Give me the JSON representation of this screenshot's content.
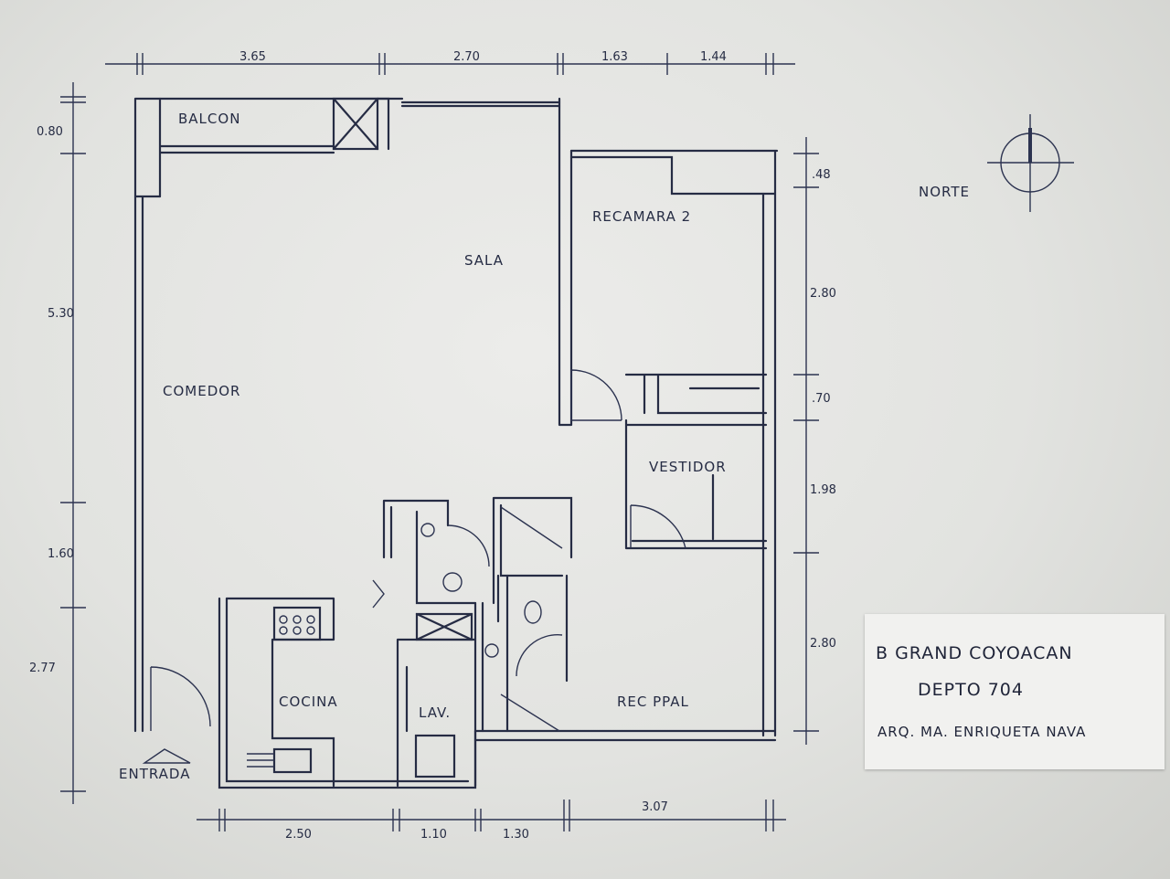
{
  "rooms": {
    "balcon": "BALCON",
    "sala": "SALA",
    "recamara2": "RECAMARA 2",
    "comedor": "COMEDOR",
    "vestidor": "VESTIDOR",
    "cocina": "COCINA",
    "lav": "LAV.",
    "rec_ppal": "REC PPAL",
    "entrada": "ENTRADA"
  },
  "north_label": "NORTE",
  "dimensions": {
    "top": [
      "3.65",
      "2.70",
      "1.63",
      "1.44"
    ],
    "left": [
      "0.80",
      "5.30",
      "1.60",
      "2.77"
    ],
    "right": [
      ".48",
      "2.80",
      ".70",
      "1.98",
      "2.80"
    ],
    "bottom": [
      "2.50",
      "1.10",
      "1.30",
      "3.07"
    ]
  },
  "title_card": {
    "line1": "B GRAND COYOACAN",
    "line2": "DEPTO 704",
    "line3": "ARQ. MA. ENRIQUETA NAVA"
  },
  "colors": {
    "ink": "#262c44",
    "paper": "#e6e6e3"
  }
}
